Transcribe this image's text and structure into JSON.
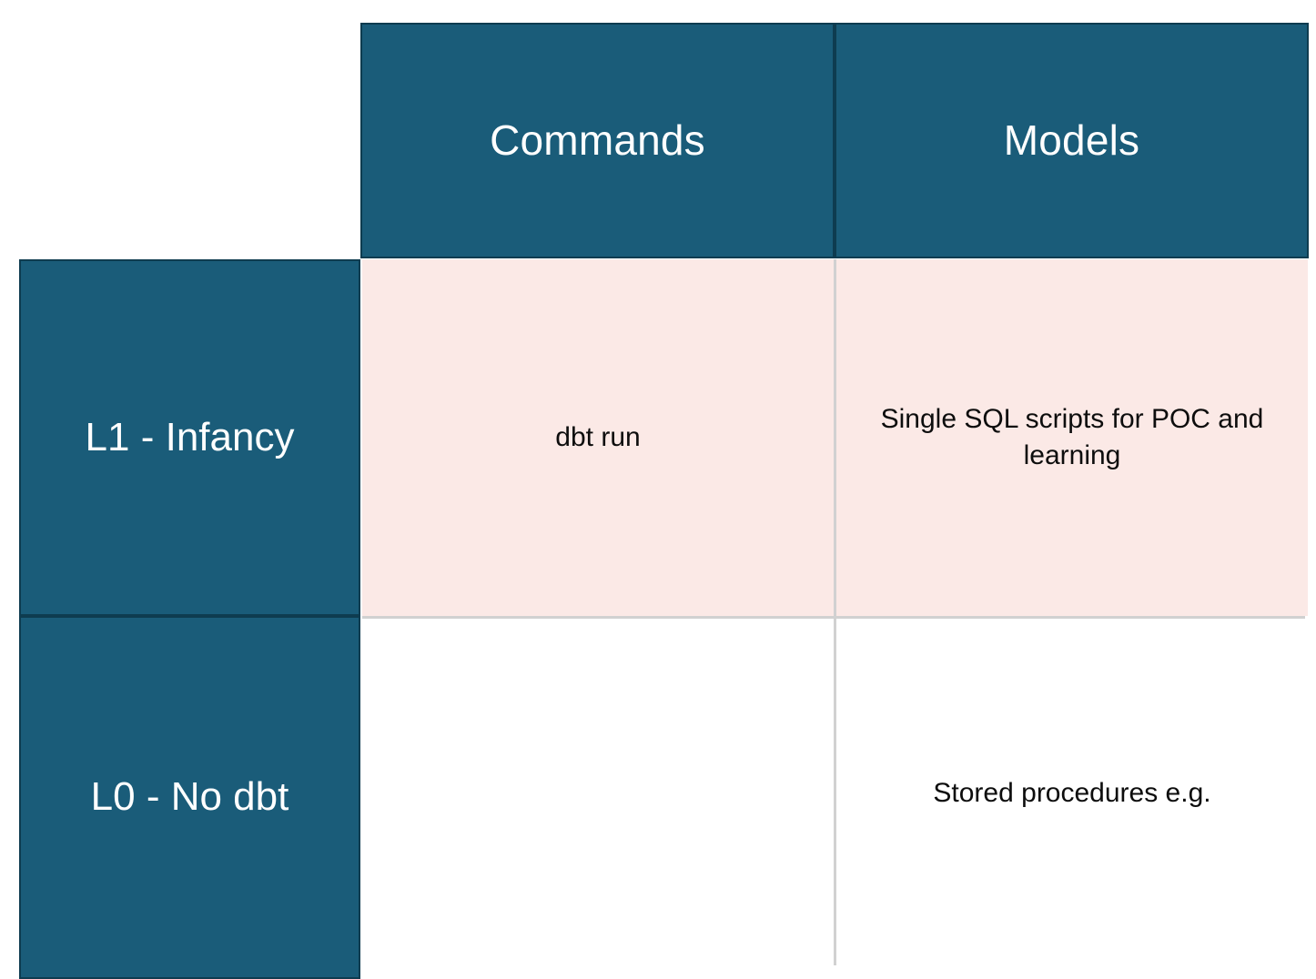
{
  "matrix": {
    "corner_label": "",
    "column_headers": [
      {
        "id": "commands",
        "label": "Commands"
      },
      {
        "id": "models",
        "label": "Models"
      }
    ],
    "rows": [
      {
        "id": "l1",
        "header": "L1 - Infancy",
        "fill": "pink",
        "cells": [
          {
            "column": "commands",
            "text": "dbt run"
          },
          {
            "column": "models",
            "text": "Single SQL scripts for POC and learning"
          }
        ]
      },
      {
        "id": "l0",
        "header": "L0 - No dbt",
        "fill": "white",
        "cells": [
          {
            "column": "commands",
            "text": ""
          },
          {
            "column": "models",
            "text": "Stored procedures e.g."
          }
        ]
      }
    ]
  },
  "colors": {
    "header_fill": "#1a5c79",
    "header_border": "#0e3c50",
    "header_text": "#ffffff",
    "row_l1_fill": "#fbe9e6",
    "row_l0_fill": "#ffffff",
    "body_border": "#d1d1d1",
    "body_text": "#0d0d0d",
    "page_background": "#ffffff"
  }
}
